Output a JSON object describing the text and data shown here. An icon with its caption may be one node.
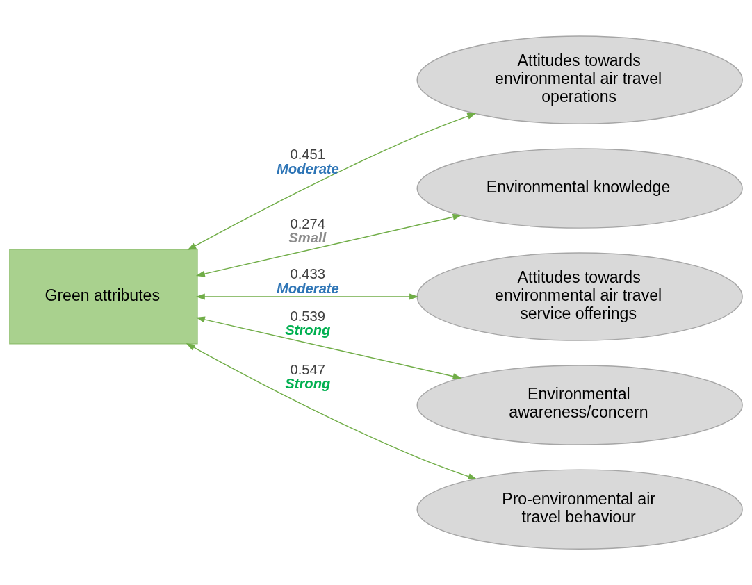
{
  "diagram": {
    "nodes": [
      {
        "text": [
          "Green attributes"
        ]
      },
      {
        "text": [
          "Attitudes towards environmental air travel operations"
        ]
      },
      {
        "text": [
          "Environmental knowledge"
        ]
      },
      {
        "text": [
          "Attitudes towards environmental air travel service offerings"
        ]
      },
      {
        "text": [
          "Environmental awareness/concern"
        ]
      },
      {
        "text": [
          "Pro-environmental air travel behaviour"
        ]
      }
    ],
    "edges": [
      {
        "from": 0,
        "to": 1,
        "arrow": "both",
        "label": "0.451 Moderate"
      },
      {
        "from": 0,
        "to": 2,
        "arrow": "both",
        "label": "0.274 Small"
      },
      {
        "from": 0,
        "to": 3,
        "arrow": "both",
        "label": "0.433 Moderate"
      },
      {
        "from": 0,
        "to": 4,
        "arrow": "both",
        "label": "0.539 Strong"
      },
      {
        "from": 0,
        "to": 5,
        "arrow": "both",
        "label": "0.547 Strong"
      }
    ]
  }
}
